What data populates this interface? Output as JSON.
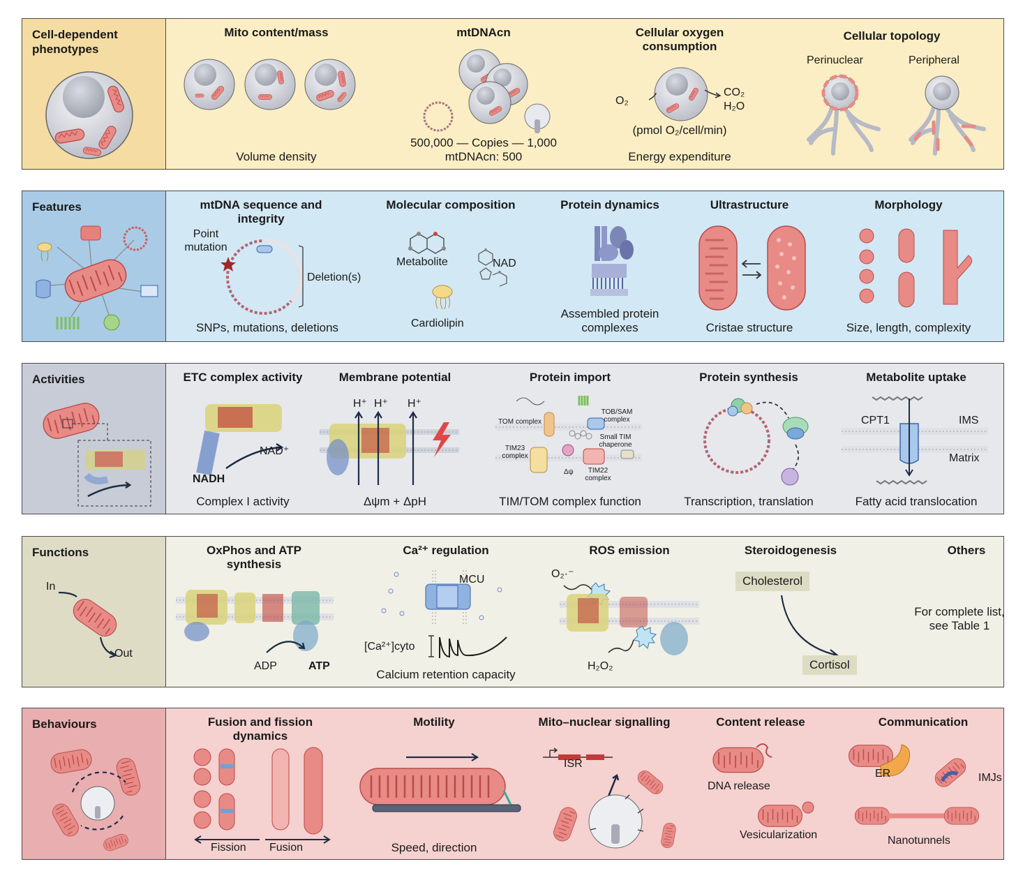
{
  "colors": {
    "row1_side": "#f5dca2",
    "row1_main": "#fbeec4",
    "row2_side": "#a9cbe6",
    "row2_main": "#d2e8f4",
    "row3_side": "#c7ccd6",
    "row3_main": "#e6e8ec",
    "row4_side": "#dfdcc6",
    "row4_main": "#f1f0e6",
    "row5_side": "#e8aeb0",
    "row5_main": "#f5d1d0",
    "mito": "#e88a86"
  },
  "rows": {
    "phenotypes": {
      "title": "Cell-dependent phenotypes",
      "mito_mass": {
        "title": "Mito content/mass",
        "caption": "Volume density"
      },
      "mtdnacn": {
        "title": "mtDNAcn",
        "copies": "500,000 — Copies — 1,000",
        "caption": "mtDNAcn: 500"
      },
      "oxygen": {
        "title": "Cellular oxygen consumption",
        "o2": "O₂",
        "co2": "CO₂",
        "h2o": "H₂O",
        "unit": "(pmol O₂/cell/min)",
        "caption": "Energy expenditure"
      },
      "topology": {
        "title": "Cellular topology",
        "perinuclear": "Perinuclear",
        "peripheral": "Peripheral"
      }
    },
    "features": {
      "title": "Features",
      "sequence": {
        "title": "mtDNA sequence and integrity",
        "point": "Point mutation",
        "deletion": "Deletion(s)",
        "caption": "SNPs, mutations, deletions"
      },
      "molecular": {
        "title": "Molecular composition",
        "metabolite": "Metabolite",
        "nad": "NAD",
        "cardiolipin": "Cardiolipin"
      },
      "protein_dyn": {
        "title": "Protein dynamics",
        "caption": "Assembled protein complexes"
      },
      "ultra": {
        "title": "Ultrastructure",
        "caption": "Cristae structure"
      },
      "morph": {
        "title": "Morphology",
        "caption": "Size, length, complexity"
      }
    },
    "activities": {
      "title": "Activities",
      "etc": {
        "title": "ETC complex activity",
        "nad": "NAD⁺",
        "nadh": "NADH",
        "caption": "Complex I activity"
      },
      "membrane": {
        "title": "Membrane potential",
        "h": "H⁺",
        "caption": "Δψm + ΔpH"
      },
      "import": {
        "title": "Protein import",
        "tom": "TOM complex",
        "tob": "TOB/SAM complex",
        "small": "Small TIM chaperone",
        "tim23": "TIM23 complex",
        "tim22": "TIM22 complex",
        "dpsi": "Δψ",
        "caption": "TIM/TOM complex function"
      },
      "synthesis": {
        "title": "Protein synthesis",
        "caption": "Transcription, translation"
      },
      "uptake": {
        "title": "Metabolite uptake",
        "cpt1": "CPT1",
        "ims": "IMS",
        "matrix": "Matrix",
        "caption": "Fatty acid translocation"
      }
    },
    "functions": {
      "title": "Functions",
      "in": "In",
      "out": "Out",
      "oxphos": {
        "title": "OxPhos and ATP synthesis",
        "adp": "ADP",
        "atp": "ATP"
      },
      "calcium": {
        "title": "Ca²⁺ regulation",
        "mcu": "MCU",
        "cyto": "[Ca²⁺]cyto",
        "caption": "Calcium retention capacity"
      },
      "ros": {
        "title": "ROS emission",
        "o2": "O₂·⁻",
        "h2o2": "H₂O₂"
      },
      "steroid": {
        "title": "Steroidogenesis",
        "cholesterol": "Cholesterol",
        "cortisol": "Cortisol"
      },
      "others": {
        "title": "Others",
        "text": "For complete list, see Table 1"
      }
    },
    "behaviours": {
      "title": "Behaviours",
      "fusion": {
        "title": "Fusion and fission dynamics",
        "fission": "Fission",
        "fusion": "Fusion"
      },
      "motility": {
        "title": "Motility",
        "caption": "Speed, direction"
      },
      "signalling": {
        "title": "Mito–nuclear signalling",
        "isr": "ISR"
      },
      "release": {
        "title": "Content release",
        "dna": "DNA release",
        "vesicle": "Vesicularization"
      },
      "communication": {
        "title": "Communication",
        "er": "ER",
        "imjs": "IMJs",
        "nanotunnels": "Nanotunnels"
      }
    }
  }
}
